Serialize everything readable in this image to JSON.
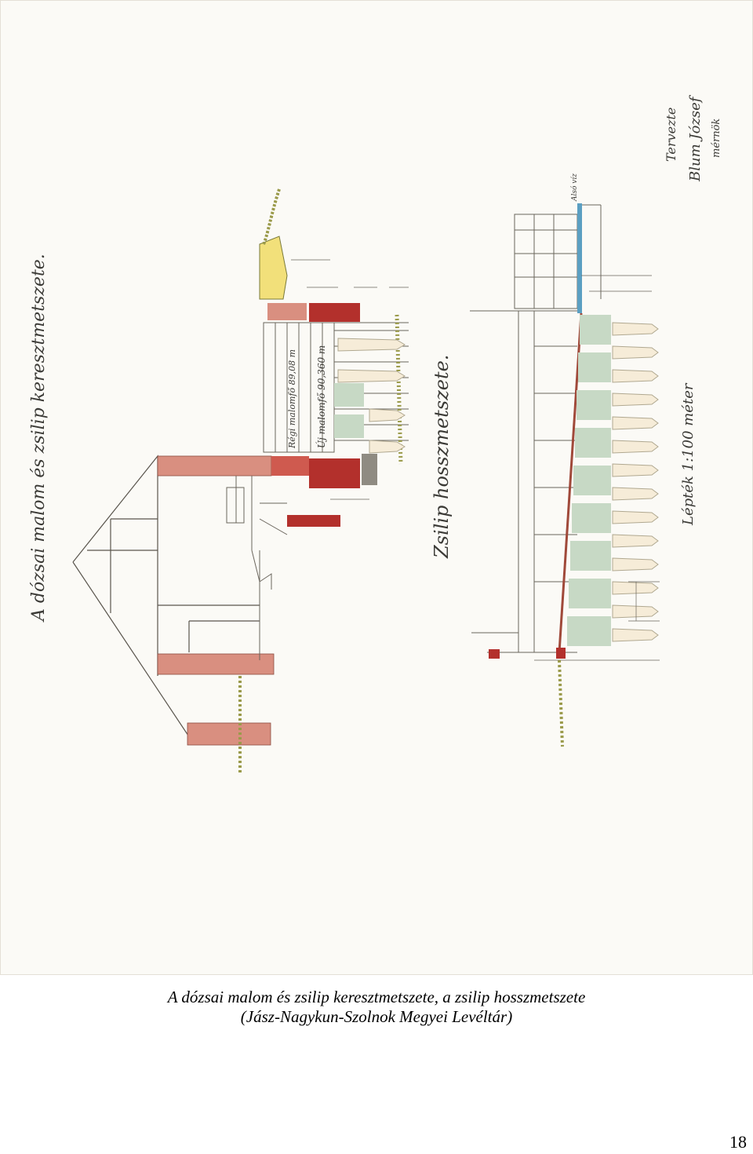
{
  "drawing": {
    "title_cross_section": "A dózsai malom és zsilip keresztmetszete.",
    "title_longitudinal": "Zsilip hosszmetszete.",
    "scale_note": "Lépték 1:100 méter",
    "signature_lines": [
      "Tervezte",
      "Blum József",
      "mérnök"
    ],
    "level_old": "Régi malomfő 89,08 m",
    "level_new": "Új malomfő 90,360 m",
    "water_label": "Alsó víz",
    "colors": {
      "brick": "#cf5a4f",
      "brick_dark": "#b3302c",
      "gravel": "#c7d9c5",
      "yellow_fill": "#f2e07a",
      "water": "#5b9fc2",
      "grass": "#9a9a4a",
      "line": "#555049"
    }
  },
  "caption": {
    "line1": "A dózsai malom és zsilip keresztmetszete, a zsilip hosszmetszete",
    "line2": "(Jász-Nagykun-Szolnok Megyei Levéltár)"
  },
  "page_number": "18"
}
